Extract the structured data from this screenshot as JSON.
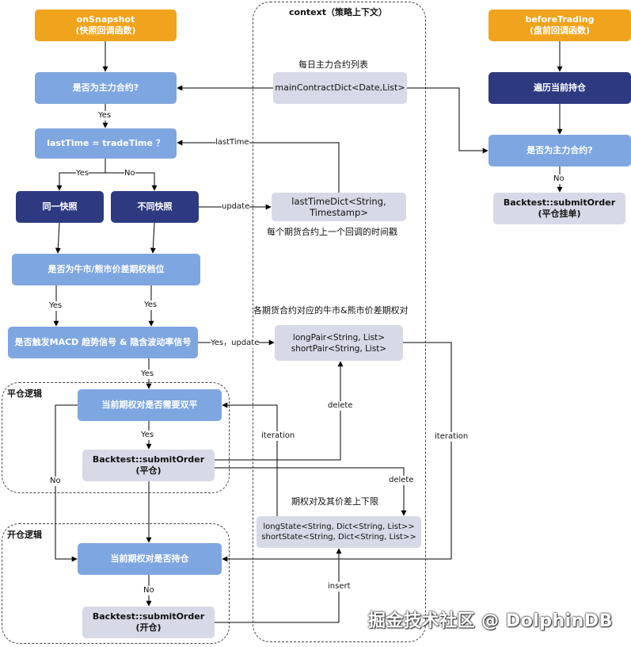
{
  "regions": {
    "context_title": "context（策略上下文）",
    "close_title": "平仓逻辑",
    "open_title": "开仓逻辑"
  },
  "nodes": {
    "on_snapshot": [
      "onSnapshot",
      "(快照回调函数)"
    ],
    "before_trading": [
      "beforeTrading",
      "(盘前回调函数)"
    ],
    "is_main_left": [
      "是否为主力合约?"
    ],
    "last_time_eq": [
      "lastTime = tradeTime ？"
    ],
    "same_snapshot": [
      "同一快照"
    ],
    "diff_snapshot": [
      "不同快照"
    ],
    "is_bull_bear": [
      "是否为牛市/熊市价差期权档位"
    ],
    "macd_signal": [
      "是否触发MACD 趋势信号 & 隐含波动率信号"
    ],
    "need_close": [
      "当前期权对是否需要双平"
    ],
    "submit_close": [
      "Backtest::submitOrder",
      "(平仓)"
    ],
    "has_position": [
      "当前期权对是否持仓"
    ],
    "submit_open": [
      "Backtest::submitOrder",
      "(开仓)"
    ],
    "main_contract_dict": [
      "mainContractDict<Date,List>"
    ],
    "last_time_dict": [
      "lastTimeDict<String,",
      "Timestamp>"
    ],
    "pairs": [
      "longPair<String, List>",
      "shortPair<String, List>"
    ],
    "states": [
      "longState<String, Dict<String, List>>",
      "shortState<String, Dict<String, List>>"
    ],
    "traverse_positions": [
      "遍历当前持仓"
    ],
    "is_main_right": [
      "是否为主力合约?"
    ],
    "submit_pending": [
      "Backtest::submitOrder",
      "(平仓挂单)"
    ]
  },
  "notes": {
    "daily_main_list": "每日主力合约列表",
    "last_timestamp_note": "每个期货合约上一个回调的时间戳",
    "pairs_note": "各期货合约对应的牛市&熊市价差期权对",
    "states_note": "期权对及其价差上下限"
  },
  "edge_labels": {
    "yes_main": "Yes",
    "last_time": "lastTime",
    "yes_same": "Yes",
    "no_diff": "No",
    "update": "update",
    "yes_bull_left": "Yes",
    "yes_bull_right": "Yes",
    "yes_update": "Yes，update",
    "yes_macd": "Yes",
    "yes_close": "Yes",
    "delete_1": "delete",
    "iteration_left": "iteration",
    "iteration_right": "iteration",
    "delete_2": "delete",
    "no_close": "No",
    "no_position": "No",
    "insert": "insert",
    "no_right": "No"
  },
  "watermark": "掘金技术社区 @ DolphinDB"
}
